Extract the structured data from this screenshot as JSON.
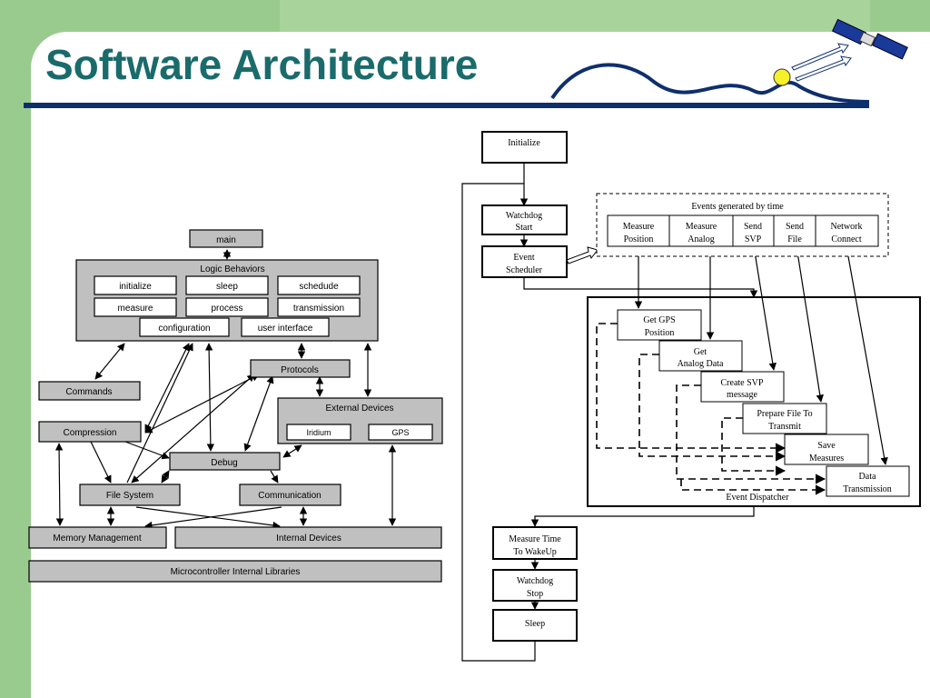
{
  "title": "Software Architecture",
  "left_diagram": {
    "main": "main",
    "logic_behaviors": {
      "label": "Logic Behaviors",
      "items": [
        "initialize",
        "sleep",
        "schedude",
        "measure",
        "process",
        "transmission"
      ],
      "bottom_items": [
        "configuration",
        "user interface"
      ]
    },
    "commands": "Commands",
    "protocols": "Protocols",
    "compression": "Compression",
    "external_devices": {
      "label": "External Devices",
      "items": [
        "Iridium",
        "GPS"
      ]
    },
    "debug": "Debug",
    "file_system": "File System",
    "communication": "Communication",
    "memory_management": "Memory Management",
    "internal_devices": "Internal Devices",
    "microcontroller": "Microcontroller Internal Libraries"
  },
  "right_diagram": {
    "initialize": "Initialize",
    "watchdog_start": [
      "Watchdog",
      "Start"
    ],
    "event_scheduler": [
      "Event",
      "Scheduler"
    ],
    "events_title": "Events generated by time",
    "events": [
      [
        "Measure",
        "Position"
      ],
      [
        "Measure",
        "Analog"
      ],
      [
        "Send",
        "SVP"
      ],
      [
        "Send",
        "File"
      ],
      [
        "Network",
        "Connect"
      ]
    ],
    "dispatcher_label": "Event Dispatcher",
    "dispatch_steps": [
      [
        "Get GPS",
        "Position"
      ],
      [
        "Get",
        "Analog Data"
      ],
      [
        "Create SVP",
        "message"
      ],
      [
        "Prepare File To",
        "Transmit"
      ],
      [
        "Save",
        "Measures"
      ],
      [
        "Data",
        "Transmission"
      ]
    ],
    "measure_time": [
      "Measure Time",
      "To WakeUp"
    ],
    "watchdog_stop": [
      "Watchdog",
      "Stop"
    ],
    "sleep": "Sleep"
  },
  "colors": {
    "title": "#1a6b6b",
    "navy": "#0e2f6e",
    "green_bg": "#9acb8e",
    "grey_box": "#c0c0c0",
    "sun": "#f5f02a"
  }
}
